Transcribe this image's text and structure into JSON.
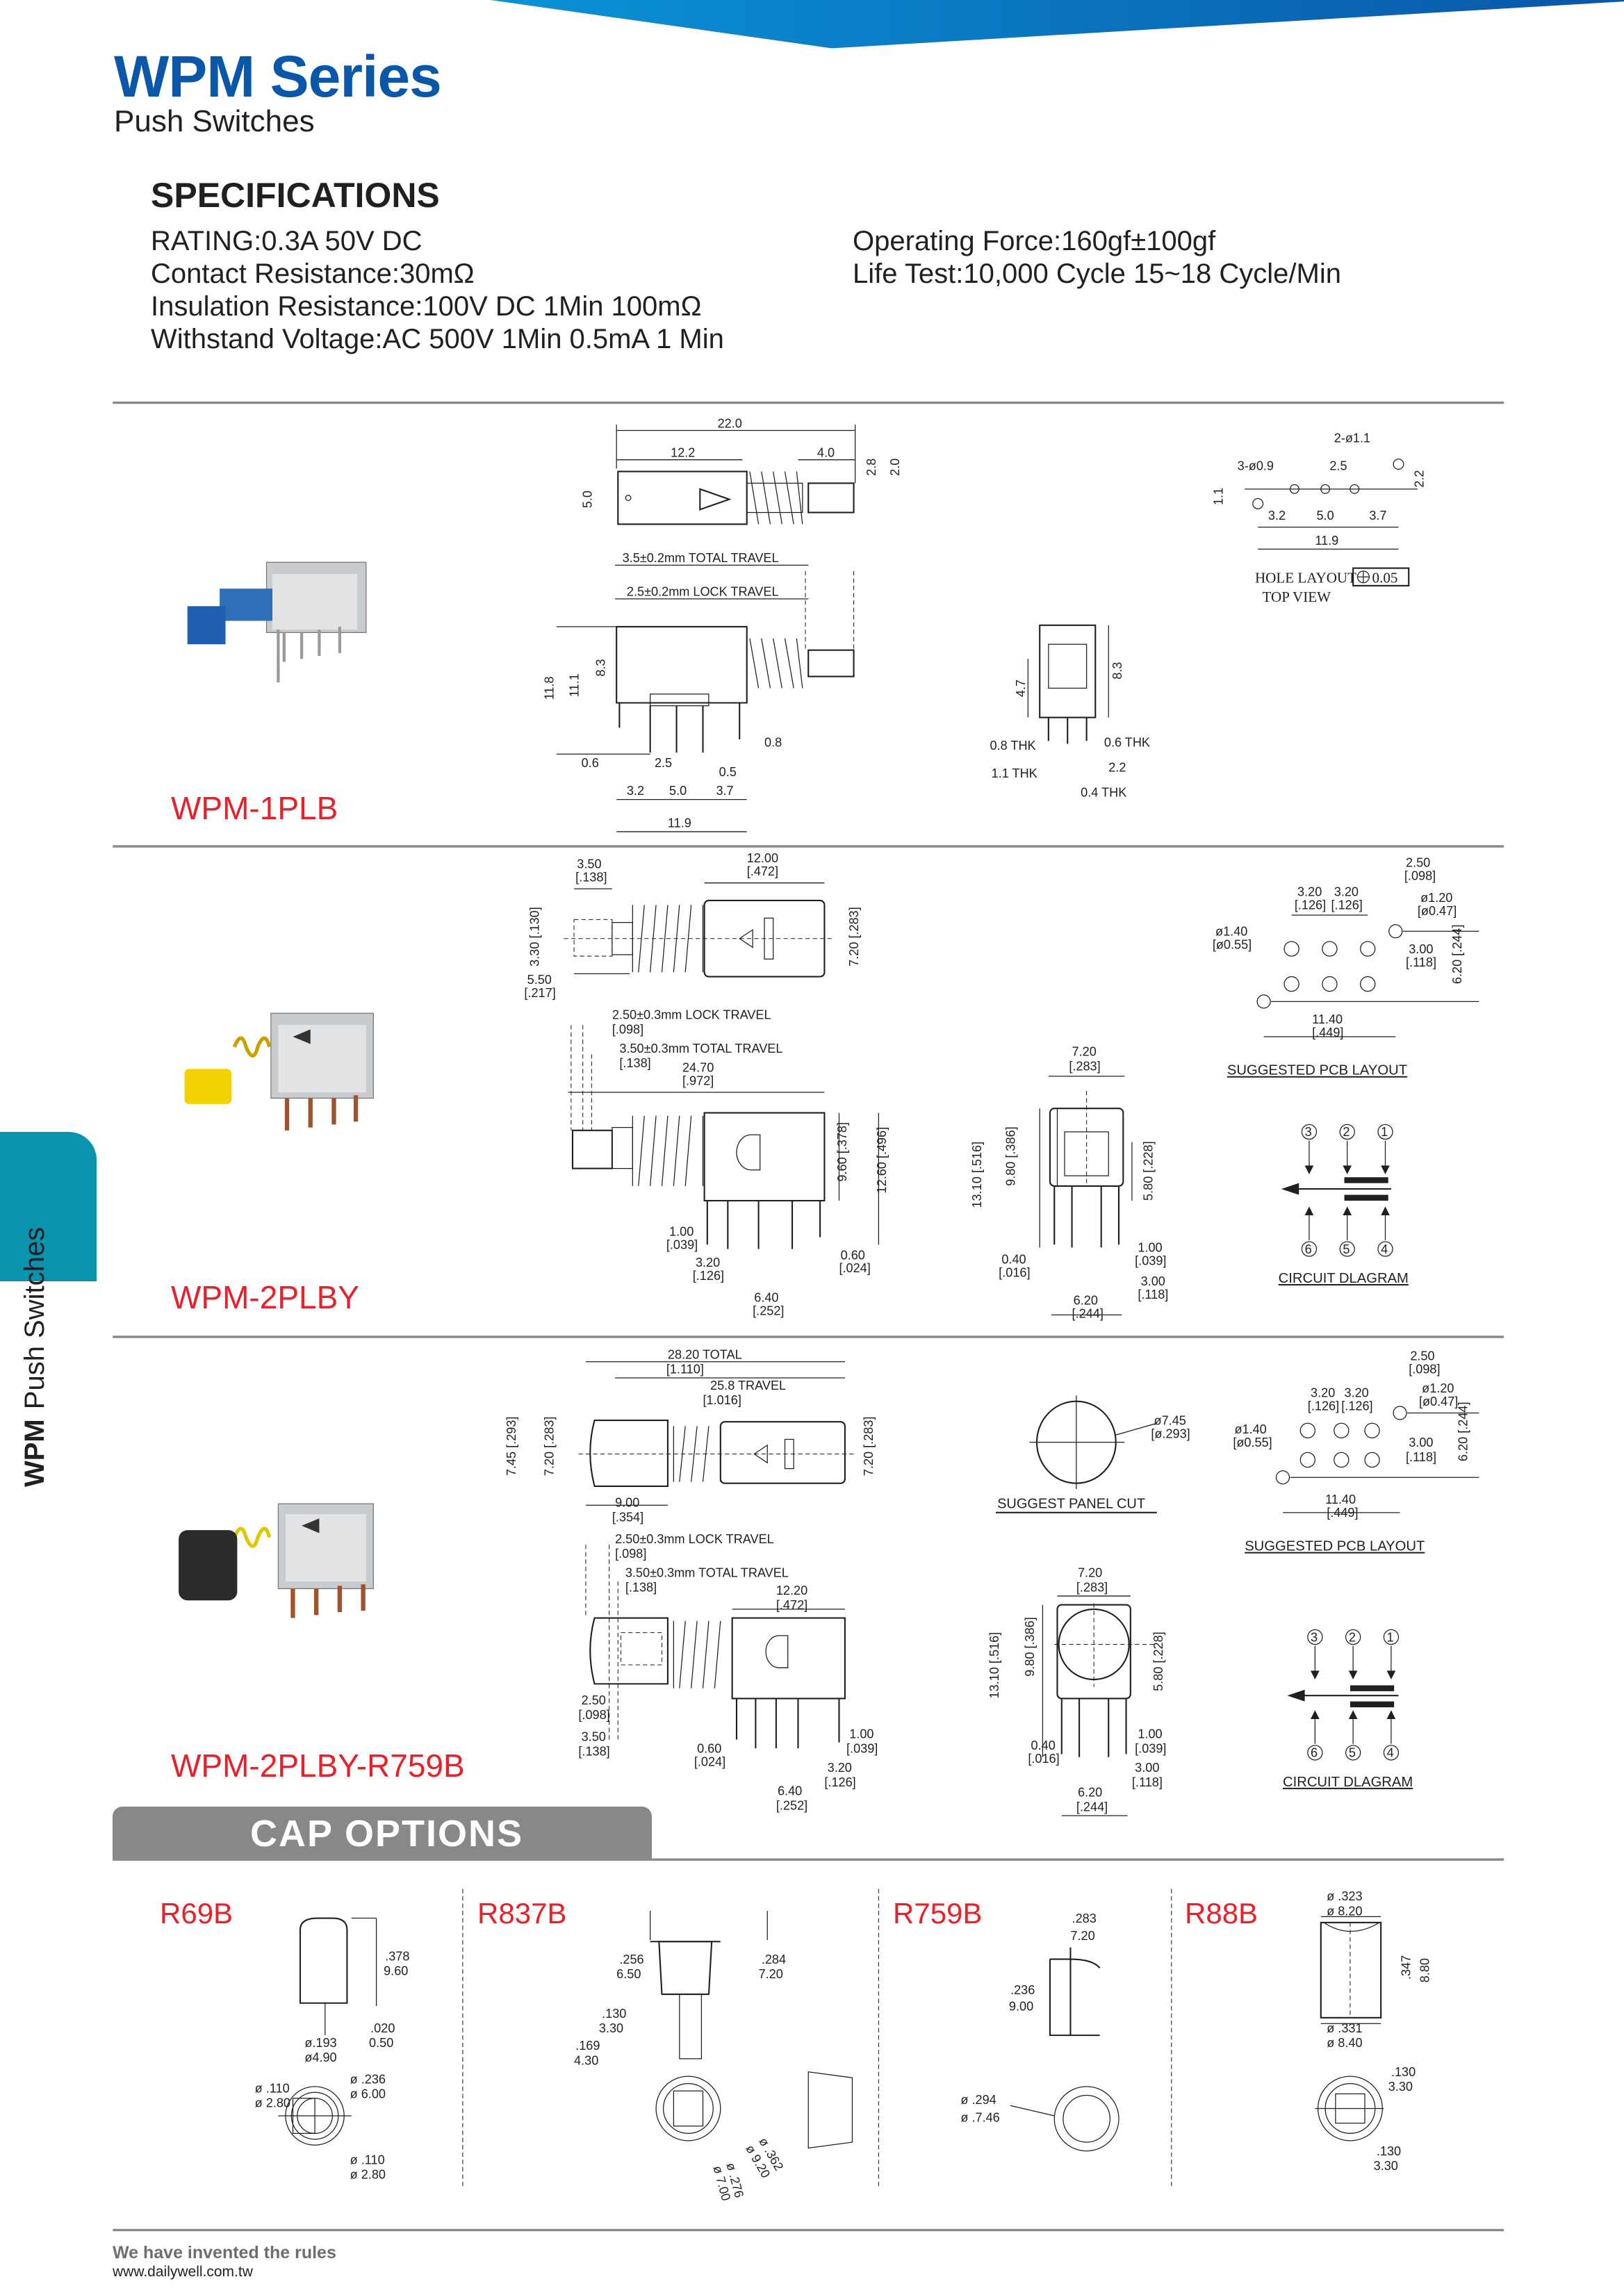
{
  "header": {
    "title": "WPM Series",
    "subtitle": "Push Switches"
  },
  "side_tab": {
    "series": "WPM",
    "category": "Push Switches"
  },
  "colors": {
    "brand_blue": "#0a56a8",
    "accent_red": "#e8202a",
    "tab_teal": "#0a93ad",
    "banner_gray": "#87888a"
  },
  "specifications": {
    "heading": "SPECIFICATIONS",
    "left": [
      "RATING:0.3A 50V DC",
      "Contact Resistance:30mΩ",
      "Insulation Resistance:100V DC 1Min 100mΩ",
      "Withstand Voltage:AC 500V 1Min 0.5mA 1 Min"
    ],
    "right": [
      "Operating Force:160gf±100gf",
      "Life Test:10,000 Cycle 15~18 Cycle/Min"
    ]
  },
  "models": [
    {
      "name": "WPM-1PLB",
      "d": [
        "22.0",
        "12.2",
        "4.0",
        "5.0",
        "2.8",
        "2.0",
        "3.5±0.2mm TOTAL TRAVEL",
        "2.5±0.2mm LOCK TRAVEL",
        "11.8",
        "11.1",
        "8.3",
        "0.6",
        "2.5",
        "0.5",
        "0.8",
        "3.2",
        "5.0",
        "3.7",
        "11.9",
        "4.7",
        "8.3",
        "0.8 THK",
        "0.6 THK",
        "1.1 THK",
        "2.2",
        "0.4 THK",
        "3-ø0.9",
        "2.5",
        "2-ø1.1",
        "1.1",
        "2.2",
        "3.2",
        "5.0",
        "3.7",
        "11.9",
        "HOLE  LAYOUT",
        "0.05",
        "TOP  VIEW"
      ]
    },
    {
      "name": "WPM-2PLBY",
      "d": [
        "3.50",
        "[.138]",
        "12.00",
        "[.472]",
        "3.30 [.130]",
        "7.20 [.283]",
        "5.50",
        "[.217]",
        "2.50±0.3mm LOCK TRAVEL",
        "[.098]",
        "3.50±0.3mm TOTAL TRAVEL",
        "[.138]",
        "24.70",
        "[.972]",
        "9.60 [.378]",
        "12.60 [.496]",
        "1.00",
        "[.039]",
        "3.20",
        "[.126]",
        "0.60",
        "[.024]",
        "6.40",
        "[.252]",
        "7.20",
        "[.283]",
        "13.10 [.516]",
        "9.80 [.386]",
        "5.80 [.228]",
        "0.40",
        "[.016]",
        "1.00",
        "[.039]",
        "3.00",
        "[.118]",
        "6.20",
        "[.244]",
        "2.50",
        "[.098]",
        "3.20",
        "[.126]",
        "3.20",
        "[.126]",
        "ø1.20",
        "[ø0.47]",
        "ø1.40",
        "[ø0.55]",
        "3.00",
        "[.118]",
        "6.20 [.244]",
        "11.40",
        "[.449]",
        "SUGGESTED  PCB  LAYOUT",
        "3",
        "2",
        "1",
        "6",
        "5",
        "4",
        "CIRCUIT DLAGRAM"
      ]
    },
    {
      "name": "WPM-2PLBY-R759B",
      "d": [
        "28.20   TOTAL",
        "[1.110]",
        "25.8   TRAVEL",
        "[1.016]",
        "7.45 [.293]",
        "7.20 [.283]",
        "7.20 [.283]",
        "9.00",
        "[.354]",
        "ø7.45",
        "[ø.293]",
        "SUGGEST  PANEL CUT",
        "2.50",
        "[.098]",
        "3.20",
        "[.126]",
        "3.20",
        "[.126]",
        "ø1.20",
        "[ø0.47]",
        "ø1.40",
        "[ø0.55]",
        "3.00",
        "[.118]",
        "6.20 [.244]",
        "11.40",
        "[.449]",
        "SUGGESTED PCB LAYOUT",
        "2.50±0.3mm LOCK TRAVEL",
        "[.098]",
        "3.50±0.3mm TOTAL TRAVEL",
        "[.138]",
        "12.20",
        "[.472]",
        "2.50",
        "[.098]",
        "3.50",
        "[.138]",
        "0.60",
        "[.024]",
        "1.00",
        "[.039]",
        "3.20",
        "[.126]",
        "6.40",
        "[.252]",
        "7.20",
        "[.283]",
        "13.10 [.516]",
        "9.80 [.386]",
        "5.80 [.228]",
        "0.40",
        "[.016]",
        "1.00",
        "[.039]",
        "3.00",
        "[.118]",
        "6.20",
        "[.244]",
        "3",
        "2",
        "1",
        "6",
        "5",
        "4",
        "CIRCUIT DLAGRAM"
      ]
    }
  ],
  "cap_options": {
    "heading": "CAP  OPTIONS",
    "caps": [
      {
        "name": "R69B",
        "d": [
          ".378",
          "9.60",
          ".020",
          "0.50",
          "ø.193",
          "ø4.90",
          "ø .110",
          "ø 2.80",
          "ø .236",
          "ø 6.00",
          "ø .110",
          "ø 2.80"
        ]
      },
      {
        "name": "R837B",
        "d": [
          ".256",
          "6.50",
          ".284",
          "7.20",
          ".130",
          "3.30",
          ".169",
          "4.30",
          "ø .362",
          "ø 9.20",
          "ø .276",
          "ø 7.00"
        ]
      },
      {
        "name": "R759B",
        "d": [
          ".283",
          "7.20",
          ".236",
          "9.00",
          "ø .294",
          "ø .7.46"
        ]
      },
      {
        "name": "R88B",
        "d": [
          "ø .323",
          "ø 8.20",
          ".347",
          "8.80",
          "ø .331",
          "ø 8.40",
          ".130",
          "3.30",
          ".130",
          "3.30"
        ]
      }
    ]
  },
  "footer": {
    "slogan": "We have invented the rules",
    "website": "www.dailywell.com.tw"
  }
}
